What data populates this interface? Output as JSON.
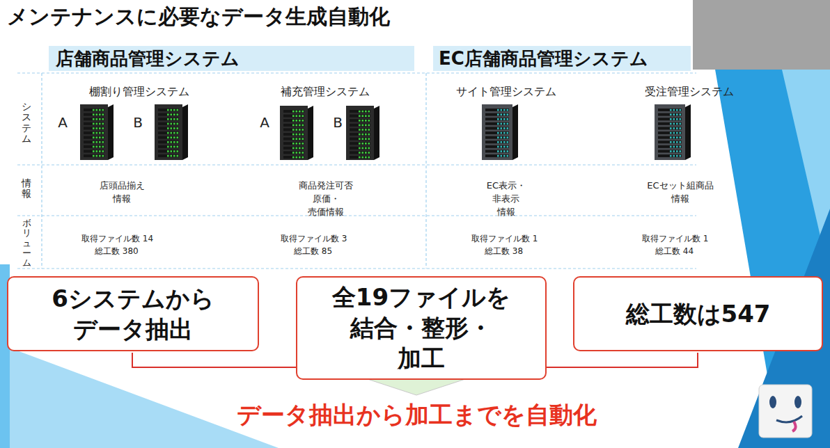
{
  "diagram": {
    "title": "メンテナンスに必要なデータ生成自動化",
    "nodes": [
      {
        "text": [
          "店舗商品管理システム"
        ]
      },
      {
        "text": [
          "EC店舗商品管理システム"
        ]
      },
      {
        "text": [
          "6システムから データ抽出"
        ]
      },
      {
        "text": [
          "全19ファイルを 結合・整形・加工"
        ]
      },
      {
        "text": [
          "総工数は547"
        ]
      }
    ],
    "labels": [
      "棚割り管理システム",
      "補充管理システム",
      "サイト管理システム",
      "受注管理システム",
      "システム",
      "情報",
      "ボリューム",
      "A",
      "B",
      "A",
      "B",
      "店頭品揃え 情報",
      "商品発注可否 原価・売価情報",
      "EC表示・非表示 情報",
      "ECセット組商品 情報",
      "取得ファイル数 14",
      "総工数 380",
      "取得ファイル数 3",
      "総工数 85",
      "取得ファイル数 1",
      "総工数 38",
      "取得ファイル数 1",
      "総工数 44",
      "データ抽出から加工までを自動化"
    ]
  }
}
